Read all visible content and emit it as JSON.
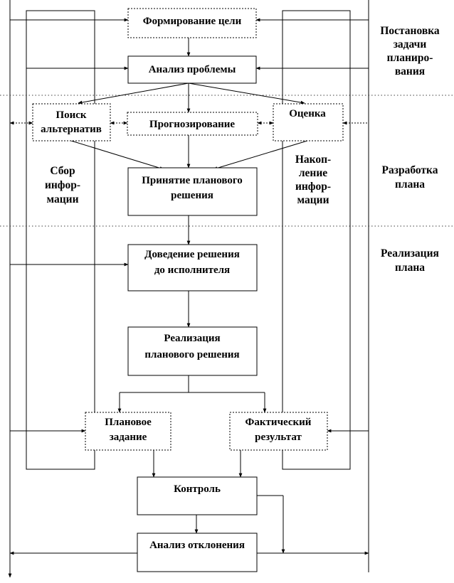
{
  "nodes": {
    "goal": [
      "Формирование цели"
    ],
    "problem": [
      "Анализ проблемы"
    ],
    "alternatives": [
      "Поиск",
      "альтернатив"
    ],
    "forecast": [
      "Прогнозирование"
    ],
    "evaluation": [
      "Оценка"
    ],
    "decision": [
      "Принятие планового",
      "решения"
    ],
    "communicate": [
      "Доведение решения",
      "до исполнителя"
    ],
    "implement": [
      "Реализация",
      "планового решения"
    ],
    "planned": [
      "Плановое",
      "задание"
    ],
    "actual": [
      "Фактический",
      "результат"
    ],
    "control": [
      "Контроль"
    ],
    "deviation": [
      "Анализ отклонения"
    ]
  },
  "side_labels": {
    "collect": [
      "Сбор",
      "инфор-",
      "мации"
    ],
    "accumulate": [
      "Накоп-",
      "ление",
      "инфор-",
      "мации"
    ]
  },
  "stages": {
    "setting": [
      "Постановка",
      "задачи",
      "планиро-",
      "вания"
    ],
    "development": [
      "Разработка",
      "плана"
    ],
    "realization": [
      "Реализация",
      "плана"
    ]
  }
}
